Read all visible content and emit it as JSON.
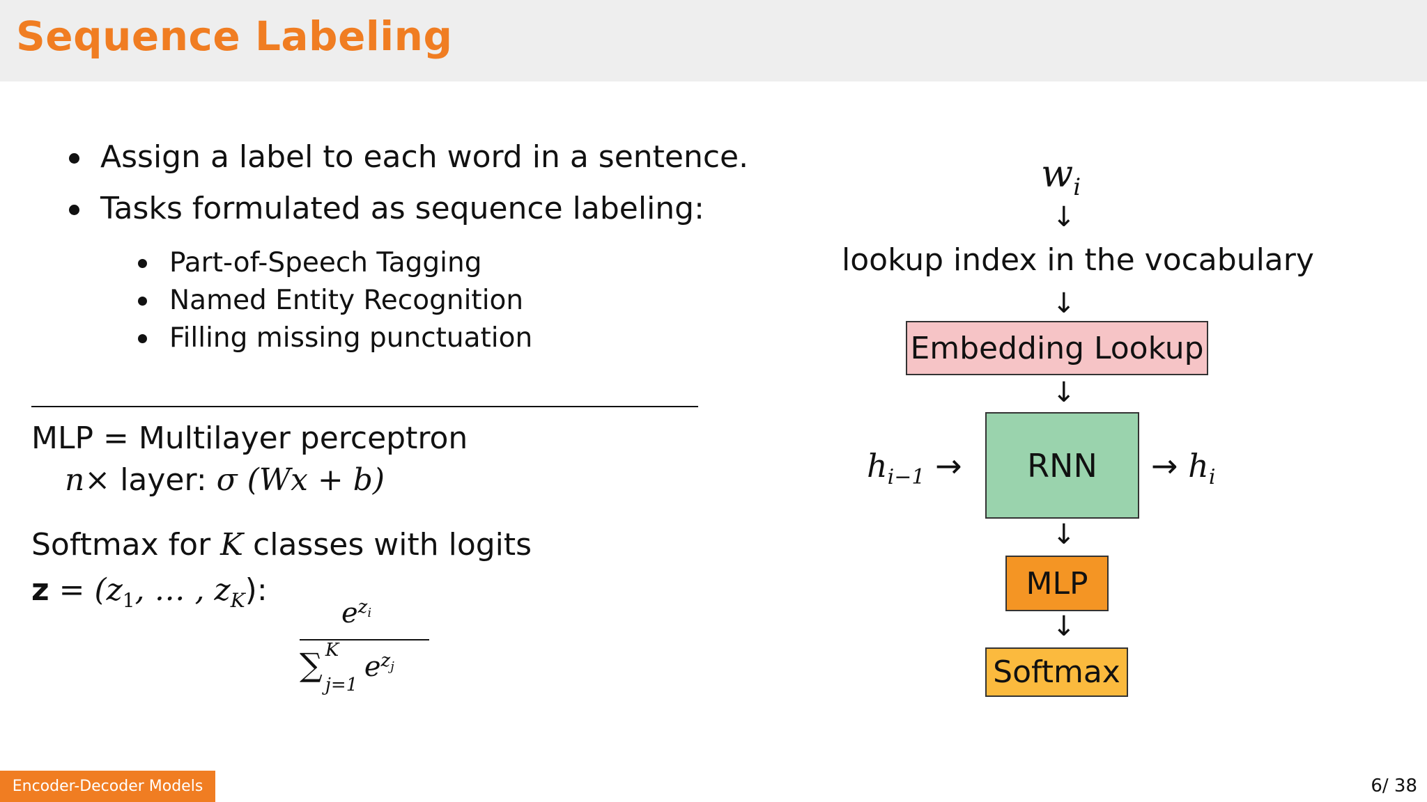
{
  "slide": {
    "title": "Sequence Labeling",
    "bullets": [
      "Assign a label to each word in a sentence.",
      "Tasks formulated as sequence labeling:"
    ],
    "sub_bullets": [
      "Part-of-Speech Tagging",
      "Named Entity Recognition",
      "Filling missing punctuation"
    ]
  },
  "notes": {
    "mlp_def": "MLP = Multilayer perceptron",
    "mlp_layer_prefix": "n",
    "mlp_layer_times": "×",
    "mlp_layer_word": " layer:",
    "mlp_layer_formula": "σ (Wx + b)",
    "softmax_line1_a": "Softmax for",
    "softmax_line1_k": "K",
    "softmax_line1_b": "classes with logits",
    "z_bold": "z",
    "z_def": " = (z",
    "z_sub1": "1",
    "z_mid": ", … , z",
    "z_subK": "K",
    "z_end": "):",
    "frac_num_base": "e",
    "frac_num_sup_z": "z",
    "frac_num_sup_i": "i",
    "frac_den_sum": "∑",
    "frac_den_sup": "K",
    "frac_den_sub": "j=1",
    "frac_den_base": "e",
    "frac_den_sup_z": "z",
    "frac_den_sup_j": "j"
  },
  "diagram": {
    "input_base": "w",
    "input_sub": "i",
    "lookup_label": "lookup index in the vocabulary",
    "embedding_label": "Embedding Lookup",
    "rnn_label": "RNN",
    "mlp_label": "MLP",
    "softmax_label": "Softmax",
    "h_prev_base": "h",
    "h_prev_sub": "i−1",
    "h_next_base": "h",
    "h_next_sub": "i",
    "arrow_down": "↓",
    "arrow_right": "→"
  },
  "colors": {
    "accent": "#f07d22",
    "embedding_fill": "#f6c4c6",
    "rnn_fill": "#9ad3ad",
    "mlp_fill": "#f49524",
    "softmax_fill": "#fbba3e"
  },
  "footer": {
    "section": "Encoder-Decoder Models",
    "page": "6/ 38"
  }
}
